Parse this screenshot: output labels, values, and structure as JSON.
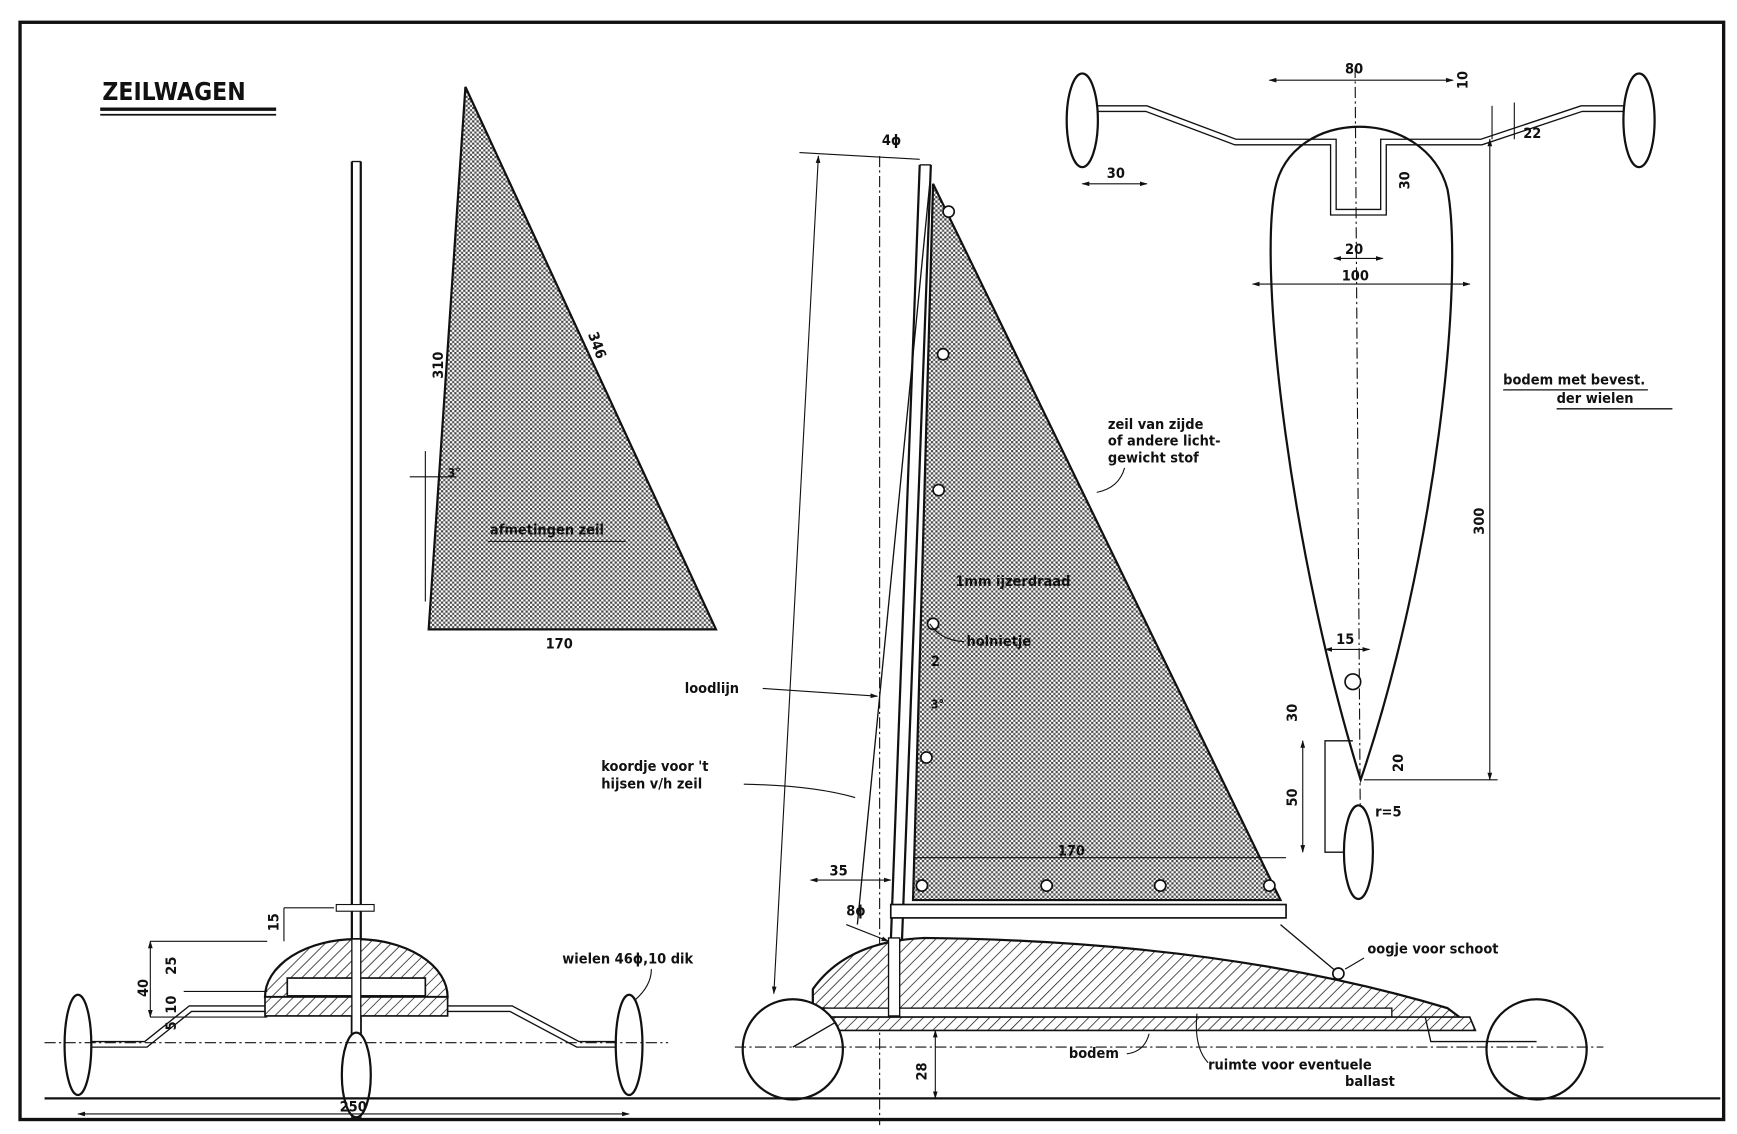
{
  "title": "ZEILWAGEN",
  "sail_dimensions": {
    "caption": "afmetingen zeil",
    "luff": "310",
    "leech": "346",
    "foot": "170",
    "angle": "3°"
  },
  "front_view": {
    "mast_clamp": "15",
    "dome_height": "25",
    "total_height": "40",
    "plank": "10",
    "axle_offset": "5",
    "track": "250",
    "wheels_note": "wielen 46ϕ,10 dik"
  },
  "side_view": {
    "mast_top": "4ϕ",
    "sail_note": "zeil van zijde of andere licht- gewicht stof",
    "sail_note_lines": [
      "zeil van zijde",
      "of andere licht-",
      "gewicht stof"
    ],
    "wire": "1mm ijzerdraad",
    "rivet": "holnietje",
    "plumb_line": "loodlijn",
    "gap": "2",
    "angle": "3°",
    "halyard_lines": [
      "koordje voor 't",
      "hijsen v/h zeil"
    ],
    "foot": "170",
    "mast_offset": "35",
    "mast_base": "8ϕ",
    "sheet_eye": "oogje voor schoot",
    "bottom": "bodem",
    "ballast_lines": [
      "ruimte voor eventuele",
      "ballast"
    ],
    "clearance": "28"
  },
  "top_view": {
    "caption_lines": [
      "bodem met bevest.",
      "der wielen"
    ],
    "axle_span": "80",
    "rise_10": "10",
    "rise_22": "22",
    "wheel_stub": "30",
    "u_depth": "30",
    "u_width": "20",
    "width": "100",
    "length": "300",
    "front_width": "15",
    "front_30": "30",
    "front_20": "20",
    "front_50": "50",
    "radius": "r=5"
  }
}
